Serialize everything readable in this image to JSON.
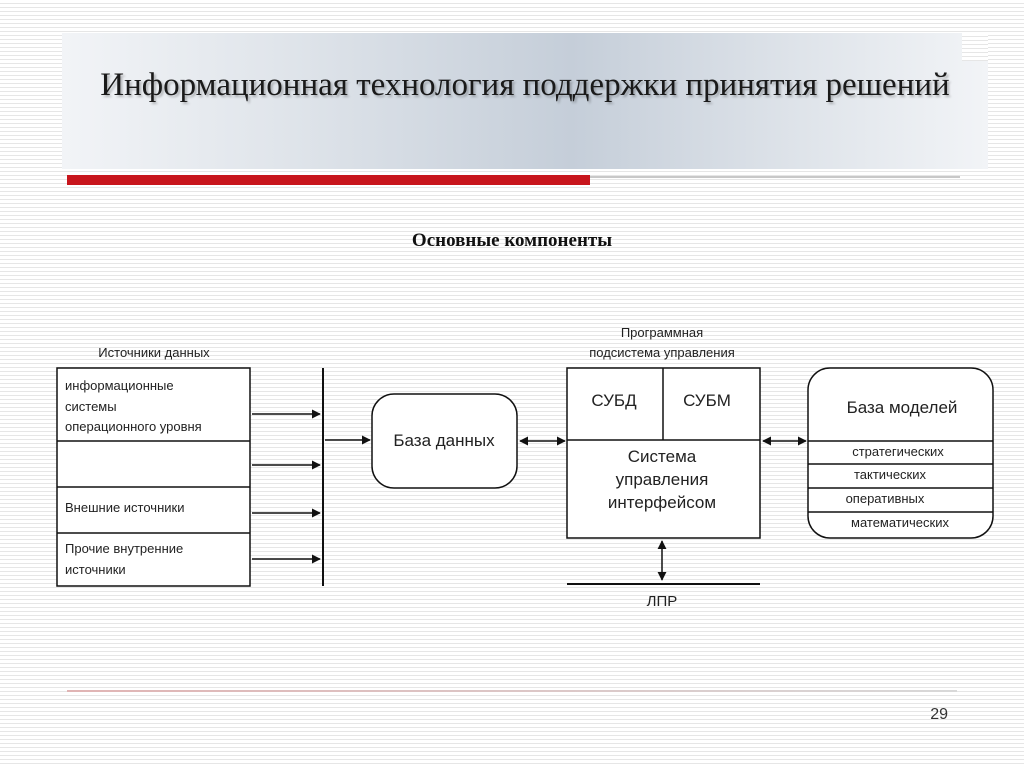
{
  "header": {
    "title": "Информационная технология поддержки принятия решений"
  },
  "subtitle": "Основные компоненты",
  "diagram": {
    "sources": {
      "label": "Источники данных",
      "items": [
        {
          "line1": "информационные",
          "line2": "системы",
          "line3": "операционного уровня"
        },
        {
          "line1": ""
        },
        {
          "line1": "Внешние источники"
        },
        {
          "line1": "Прочие внутренние",
          "line2": "источники"
        }
      ]
    },
    "database": "База данных",
    "program_subsystem": {
      "label_line1": "Программная",
      "label_line2": "подсистема управления",
      "dbms": "СУБД",
      "mbms": "СУБМ",
      "interface_line1": "Система",
      "interface_line2": "управления",
      "interface_line3": "интерфейсом"
    },
    "model_base": {
      "title": "База моделей",
      "items": [
        "стратегических",
        "тактических",
        "оперативных",
        "математических"
      ]
    },
    "decision_maker": "ЛПР"
  },
  "footer": {
    "page_number": "29"
  }
}
